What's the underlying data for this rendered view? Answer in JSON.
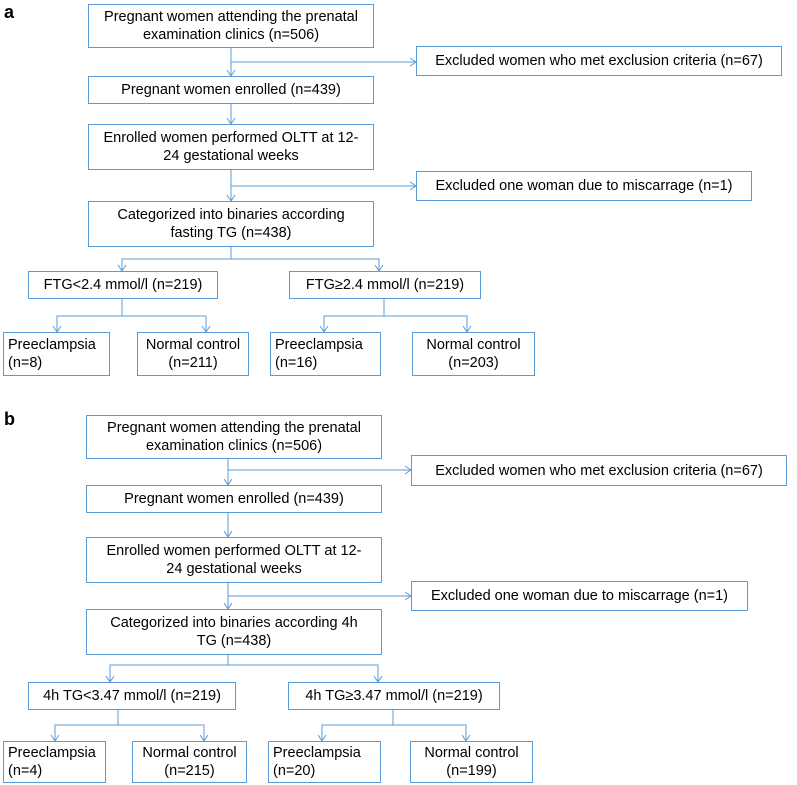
{
  "panel_a": {
    "label": "a",
    "nodes": {
      "attending": "Pregnant women attending the prenatal\nexamination clinics (n=506)",
      "excluded_criteria": "Excluded women who met exclusion criteria (n=67)",
      "enrolled": "Pregnant women enrolled (n=439)",
      "oltt": "Enrolled women performed OLTT at 12-\n24 gestational weeks",
      "excluded_miscarriage": "Excluded one woman due to miscarrage (n=1)",
      "categorized": "Categorized  into binaries according\nfasting TG (n=438)",
      "low_group": "FTG<2.4 mmol/l (n=219)",
      "high_group": "FTG≥2.4 mmol/l (n=219)",
      "low_preeclampsia": "Preeclampsia\n(n=8)",
      "low_normal": "Normal control\n(n=211)",
      "high_preeclampsia": "Preeclampsia\n(n=16)",
      "high_normal": "Normal control\n(n=203)"
    }
  },
  "panel_b": {
    "label": "b",
    "nodes": {
      "attending": "Pregnant women attending the prenatal\nexamination clinics (n=506)",
      "excluded_criteria": "Excluded women who met exclusion criteria (n=67)",
      "enrolled": "Pregnant women enrolled (n=439)",
      "oltt": "Enrolled women performed OLTT at 12-\n24 gestational weeks",
      "excluded_miscarriage": "Excluded one woman due to miscarrage (n=1)",
      "categorized": "Categorized  into binaries according 4h\nTG (n=438)",
      "low_group": "4h TG<3.47 mmol/l (n=219)",
      "high_group": "4h TG≥3.47 mmol/l (n=219)",
      "low_preeclampsia": "Preeclampsia\n(n=4)",
      "low_normal": "Normal control\n(n=215)",
      "high_preeclampsia": "Preeclampsia\n(n=20)",
      "high_normal": "Normal control\n(n=199)"
    }
  }
}
